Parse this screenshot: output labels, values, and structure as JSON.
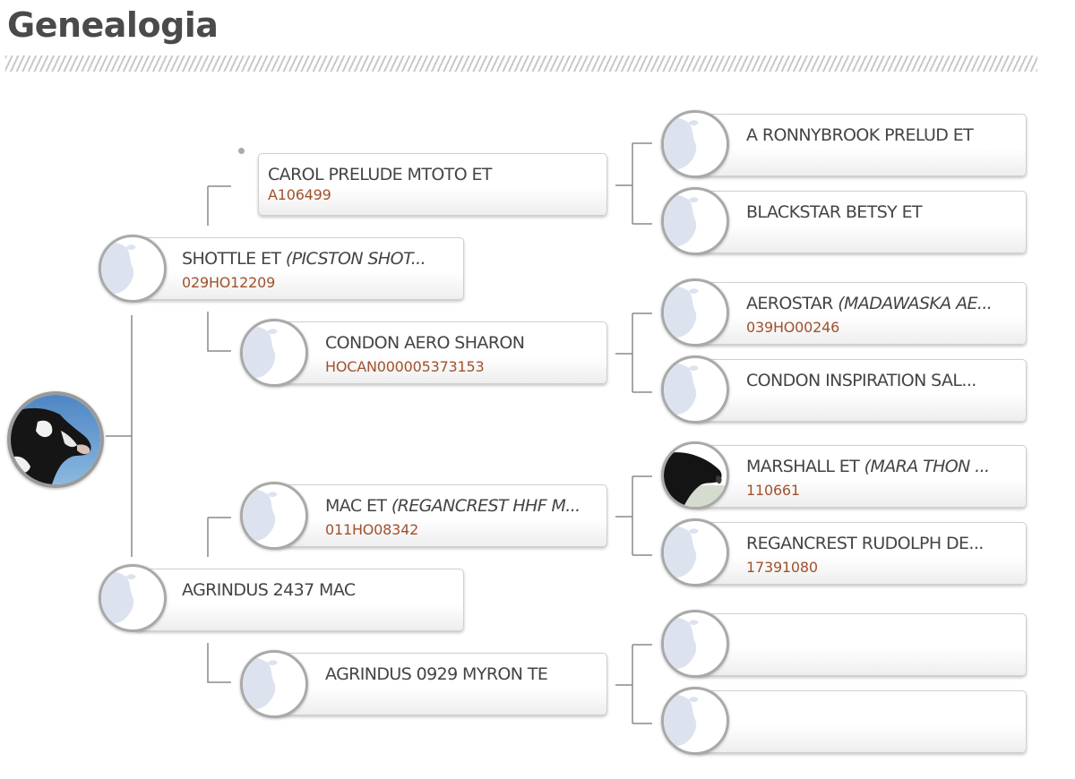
{
  "page_title": "Genealogia",
  "pedigree": {
    "sire": {
      "name": "SHOTTLE ET",
      "alt": "(PICSTON SHOT...",
      "code": "029HO12209"
    },
    "sire_sire": {
      "name": "CAROL PRELUDE MTOTO ET",
      "code": "A106499"
    },
    "sire_sire_sire": {
      "name": "A RONNYBROOK PRELUD ET"
    },
    "sire_sire_dam": {
      "name": "BLACKSTAR BETSY ET"
    },
    "sire_dam": {
      "name": "CONDON AERO SHARON",
      "code": "HOCAN000005373153"
    },
    "sire_dam_sire": {
      "name": "AEROSTAR",
      "alt": "(MADAWASKA AE...",
      "code": "039HO00246"
    },
    "sire_dam_dam": {
      "name": "CONDON INSPIRATION SAL..."
    },
    "dam": {
      "name": "AGRINDUS 2437 MAC"
    },
    "dam_sire": {
      "name": "MAC ET",
      "alt": "(REGANCREST HHF M...",
      "code": "011HO08342"
    },
    "dam_sire_sire": {
      "name": "MARSHALL ET",
      "alt": "(MARA THON ...",
      "code": "110661"
    },
    "dam_sire_dam": {
      "name": "REGANCREST RUDOLPH DE...",
      "code": "17391080"
    },
    "dam_dam": {
      "name": "AGRINDUS 0929 MYRON TE"
    },
    "dam_dam_sire": {
      "name": ""
    },
    "dam_dam_dam": {
      "name": ""
    }
  },
  "colors": {
    "code_text": "#a0522d",
    "name_text": "#444444",
    "connector": "#8a8a8a",
    "placeholder_cow": "#dce3ef"
  },
  "icons": {
    "placeholder": "cow-silhouette-icon",
    "photo": "cow-photo"
  }
}
